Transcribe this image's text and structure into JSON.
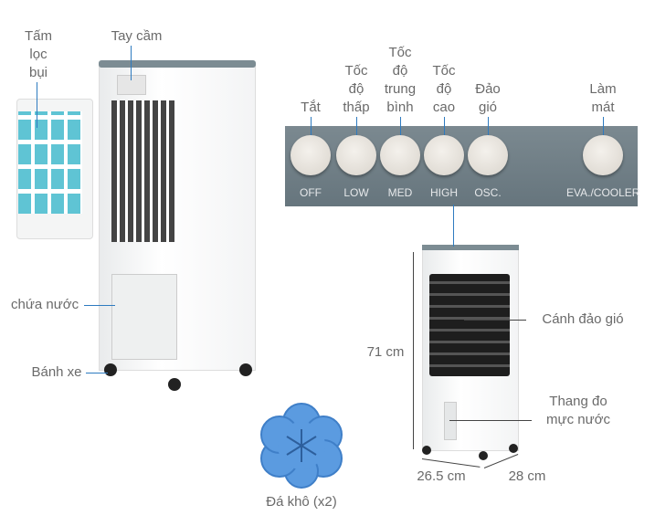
{
  "left_labels": {
    "filter": "Tấm\nlọc\nbụi",
    "handle": "Tay cầm",
    "water_tank": "chứa nước",
    "wheels": "Bánh xe"
  },
  "control_panel": {
    "buttons": [
      {
        "vn": "Tắt",
        "en": "OFF"
      },
      {
        "vn": "Tốc\nđộ\nthấp",
        "en": "LOW"
      },
      {
        "vn": "Tốc\nđộ\ntrung\nbình",
        "en": "MED"
      },
      {
        "vn": "Tốc\nđộ\ncao",
        "en": "HIGH"
      },
      {
        "vn": "Đảo\ngió",
        "en": "OSC."
      },
      {
        "vn": "Làm\nmát",
        "en": "EVA./COOLER"
      }
    ],
    "panel_color": "#6e7d85"
  },
  "right_labels": {
    "height": "71 cm",
    "louver": "Cánh đảo gió",
    "water_gauge": "Thang đo\nmực nước",
    "width": "26.5 cm",
    "depth": "28 cm"
  },
  "ice_pack": {
    "label": "Đá khô (x2)",
    "color": "#5b9be0"
  }
}
